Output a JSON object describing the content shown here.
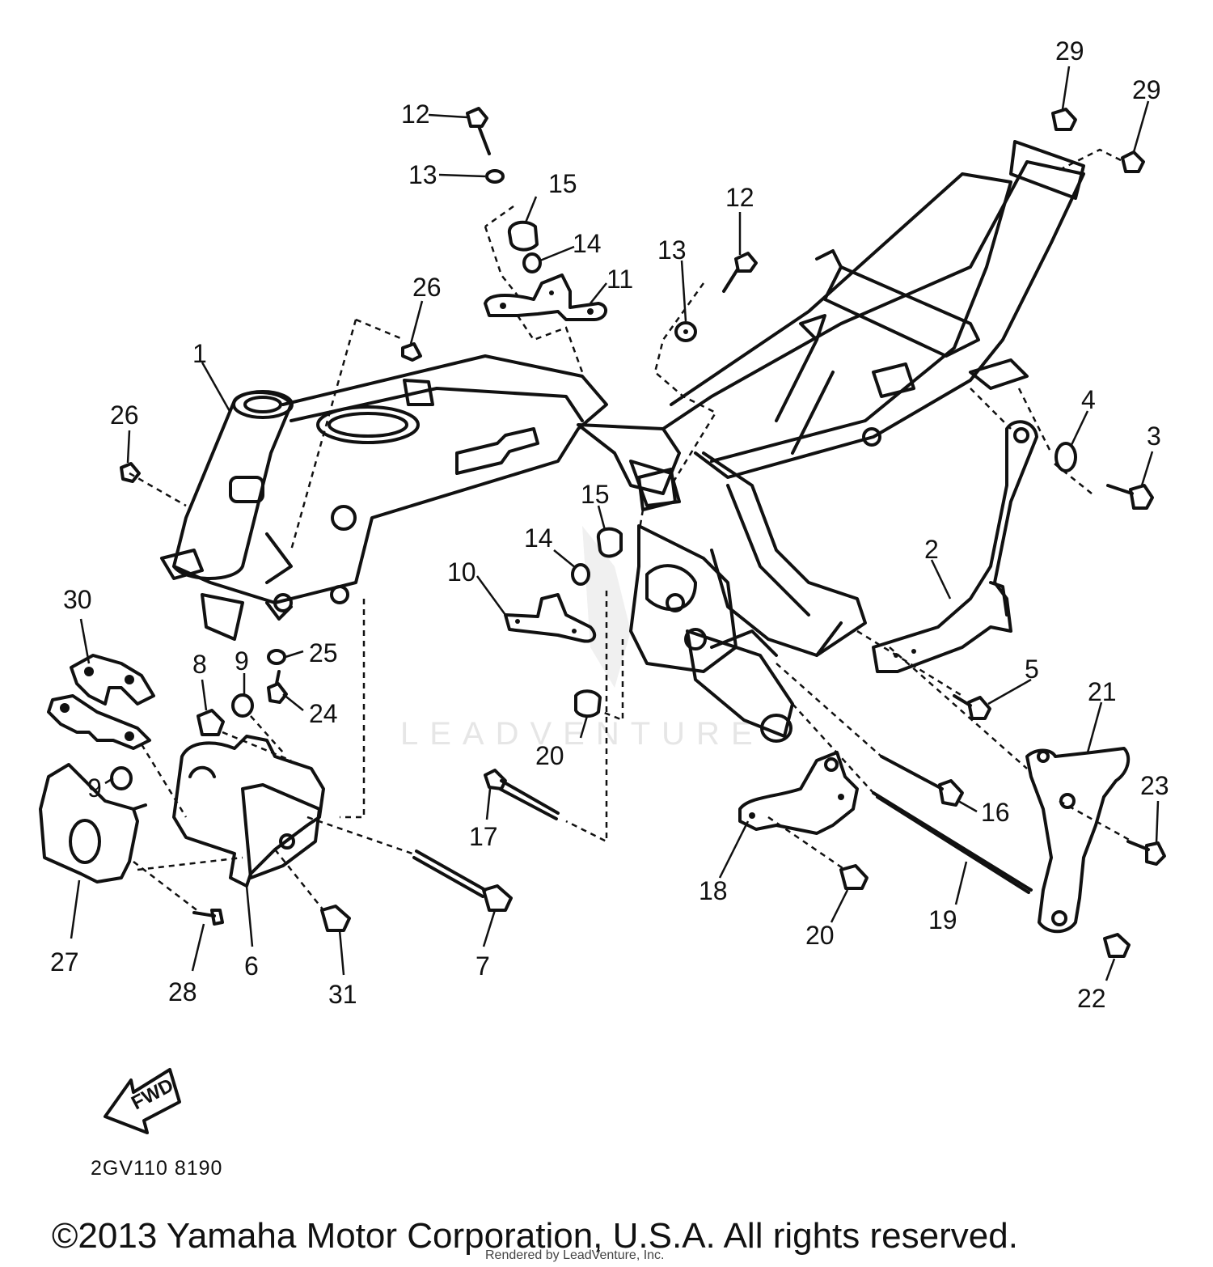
{
  "callouts": [
    {
      "n": "1"
    },
    {
      "n": "2"
    },
    {
      "n": "3"
    },
    {
      "n": "4"
    },
    {
      "n": "5"
    },
    {
      "n": "6"
    },
    {
      "n": "7"
    },
    {
      "n": "8"
    },
    {
      "n": "9"
    },
    {
      "n": "9"
    },
    {
      "n": "10"
    },
    {
      "n": "11"
    },
    {
      "n": "12"
    },
    {
      "n": "12"
    },
    {
      "n": "13"
    },
    {
      "n": "13"
    },
    {
      "n": "14"
    },
    {
      "n": "14"
    },
    {
      "n": "15"
    },
    {
      "n": "15"
    },
    {
      "n": "16"
    },
    {
      "n": "17"
    },
    {
      "n": "18"
    },
    {
      "n": "19"
    },
    {
      "n": "20"
    },
    {
      "n": "20"
    },
    {
      "n": "21"
    },
    {
      "n": "22"
    },
    {
      "n": "23"
    },
    {
      "n": "24"
    },
    {
      "n": "25"
    },
    {
      "n": "26"
    },
    {
      "n": "26"
    },
    {
      "n": "27"
    },
    {
      "n": "28"
    },
    {
      "n": "29"
    },
    {
      "n": "29"
    },
    {
      "n": "30"
    },
    {
      "n": "31"
    }
  ],
  "fwd_label": "FWD",
  "diagram_code": "2GV110 8190",
  "watermark": "LEADVENTURE",
  "rendered_by": "Rendered by LeadVenture, Inc.",
  "copyright": "©2013 Yamaha Motor Corporation, U.S.A. All rights reserved."
}
